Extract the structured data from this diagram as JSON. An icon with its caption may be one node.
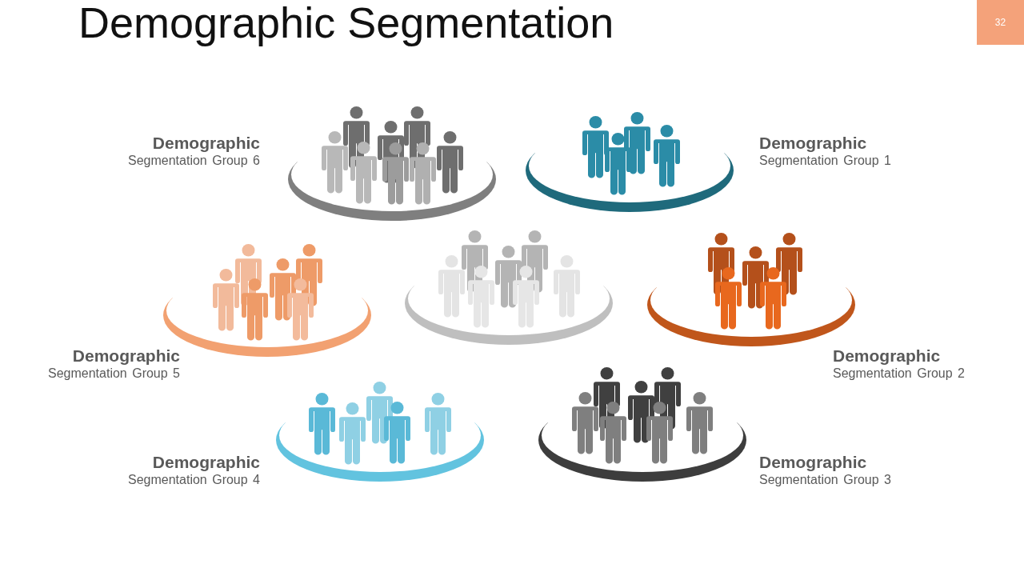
{
  "diagram": {
    "title": "Demographic Segmentation",
    "nodes": [
      {
        "text": [],
        "shape": "picture",
        "beside": [
          "Demographic",
          "Segmentation Group 6"
        ]
      },
      {
        "text": [],
        "shape": "picture",
        "beside": [
          "Demographic",
          "Segmentation Group 1"
        ]
      },
      {
        "text": [],
        "shape": "picture",
        "beside": [
          "Demographic",
          "Segmentation Group 5"
        ]
      },
      {
        "text": [],
        "shape": "picture"
      },
      {
        "text": [],
        "shape": "picture",
        "beside": [
          "Demographic",
          "Segmentation Group 2"
        ]
      },
      {
        "text": [],
        "shape": "picture",
        "beside": [
          "Demographic",
          "Segmentation Group 4"
        ]
      },
      {
        "text": [],
        "shape": "picture",
        "beside": [
          "Demographic",
          "Segmentation Group 3"
        ]
      }
    ],
    "labels": [
      "32"
    ]
  }
}
